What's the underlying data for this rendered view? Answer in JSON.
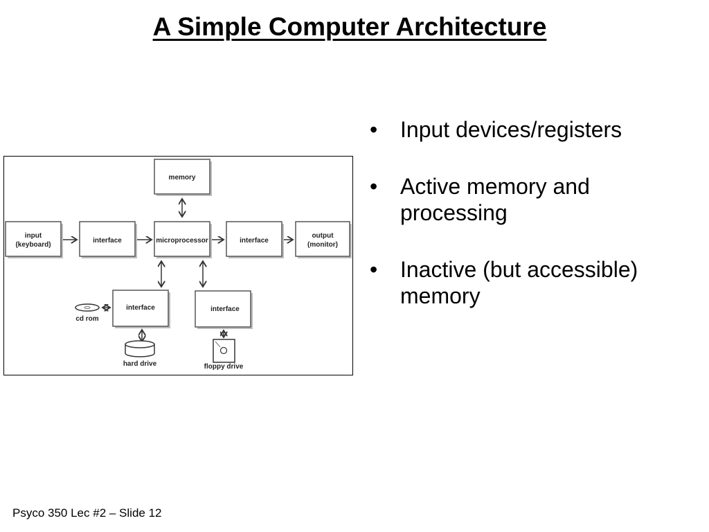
{
  "slide": {
    "title": "A Simple Computer Architecture",
    "footer": "Psyco 350 Lec #2 – Slide 12"
  },
  "diagram": {
    "nodes": {
      "memory": "memory",
      "input_line1": "input",
      "input_line2": "(keyboard)",
      "interface_left": "interface",
      "microprocessor": "microprocessor",
      "interface_right": "interface",
      "output_line1": "output",
      "output_line2": "(monitor)",
      "interface_bottom_left": "interface",
      "interface_bottom_right": "interface",
      "cd_rom": "cd rom",
      "hard_drive": "hard drive",
      "floppy_drive": "floppy drive"
    }
  },
  "bullets": [
    {
      "text": "Input devices/registers"
    },
    {
      "text": "Active memory and processing"
    },
    {
      "text": "Inactive (but accessible) memory"
    }
  ],
  "colors": {
    "box_fill": "#ffffff",
    "box_stroke": "#555555",
    "shadow": "#bdbdbd",
    "frame": "#000000"
  }
}
